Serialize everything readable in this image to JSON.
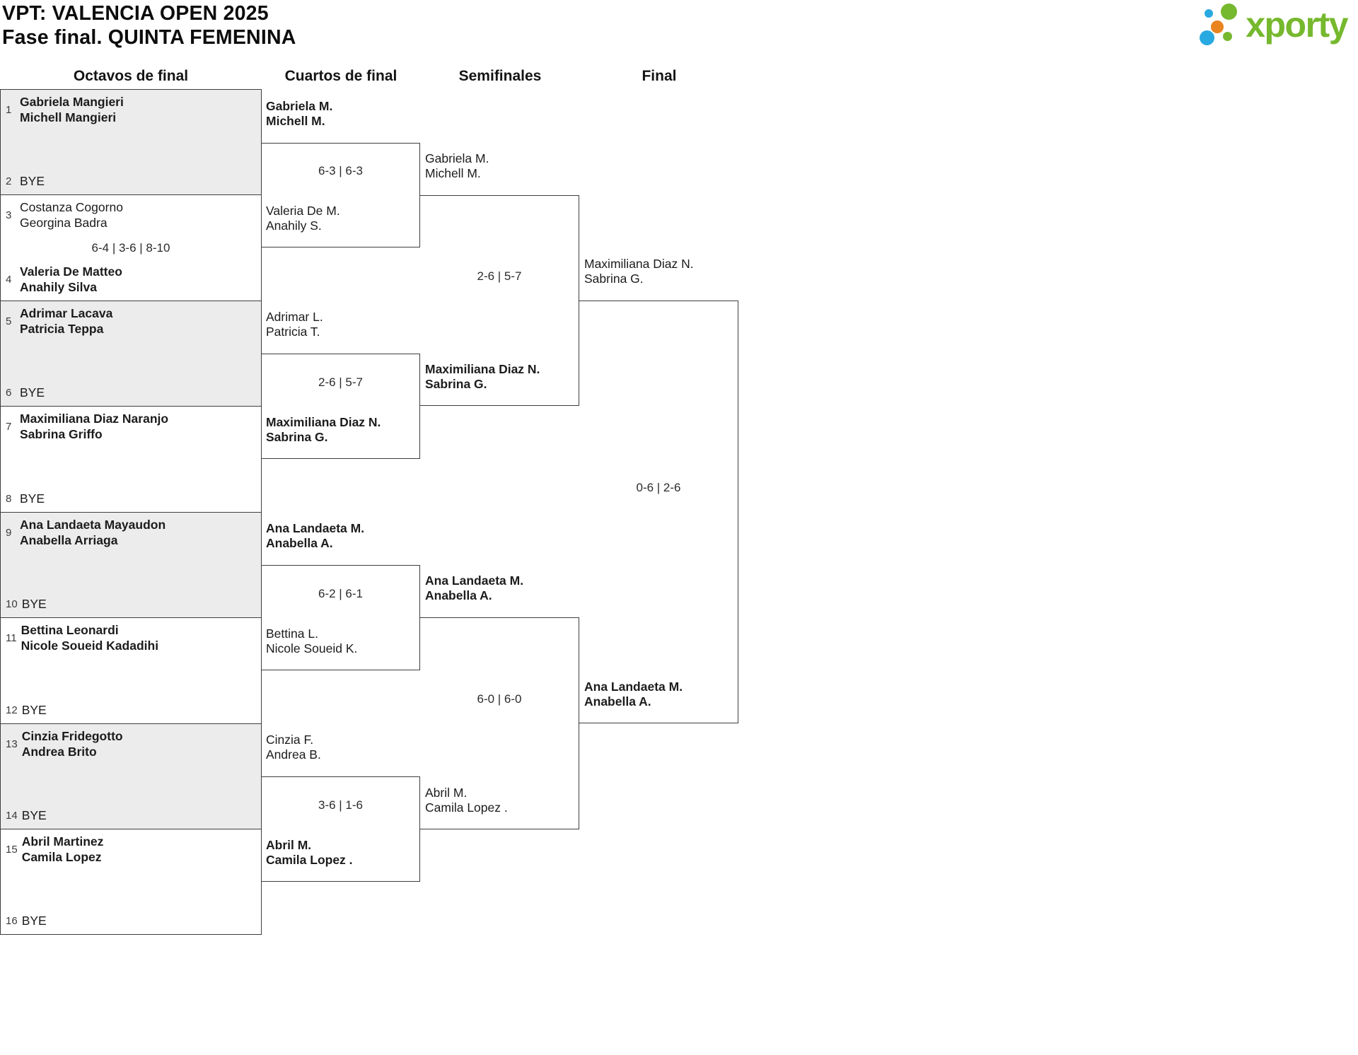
{
  "header": {
    "title": "VPT: VALENCIA OPEN 2025",
    "subtitle": "Fase final. QUINTA FEMENINA"
  },
  "logo": {
    "brand": "xporty",
    "green": "#76b82e",
    "blue": "#29a9e1",
    "orange": "#e98420"
  },
  "rounds": [
    "Octavos de final",
    "Cuartos de final",
    "Semifinales",
    "Final"
  ],
  "r16": [
    {
      "seed_top": "1",
      "top1": "Gabriela Mangieri",
      "top2": "Michell Mangieri",
      "seed_bot": "2",
      "bot1": "BYE",
      "bot2": "",
      "score": "",
      "winner": "top"
    },
    {
      "seed_top": "3",
      "top1": "Costanza Cogorno",
      "top2": "Georgina Badra",
      "seed_bot": "4",
      "bot1": "Valeria De Matteo",
      "bot2": "Anahily Silva",
      "score": "6-4 | 3-6 | 8-10",
      "winner": "bottom"
    },
    {
      "seed_top": "5",
      "top1": "Adrimar Lacava",
      "top2": "Patricia Teppa",
      "seed_bot": "6",
      "bot1": "BYE",
      "bot2": "",
      "score": "",
      "winner": "top"
    },
    {
      "seed_top": "7",
      "top1": "Maximiliana Diaz Naranjo",
      "top2": "Sabrina Griffo",
      "seed_bot": "8",
      "bot1": "BYE",
      "bot2": "",
      "score": "",
      "winner": "top"
    },
    {
      "seed_top": "9",
      "top1": "Ana Landaeta Mayaudon",
      "top2": "Anabella Arriaga",
      "seed_bot": "10",
      "bot1": "BYE",
      "bot2": "",
      "score": "",
      "winner": "top"
    },
    {
      "seed_top": "11",
      "top1": "Bettina Leonardi",
      "top2": "Nicole Soueid Kadadihi",
      "seed_bot": "12",
      "bot1": "BYE",
      "bot2": "",
      "score": "",
      "winner": "top"
    },
    {
      "seed_top": "13",
      "top1": "Cinzia Fridegotto",
      "top2": "Andrea Brito",
      "seed_bot": "14",
      "bot1": "BYE",
      "bot2": "",
      "score": "",
      "winner": "top"
    },
    {
      "seed_top": "15",
      "top1": "Abril Martinez",
      "top2": "Camila Lopez",
      "seed_bot": "16",
      "bot1": "BYE",
      "bot2": "",
      "score": "",
      "winner": "top"
    }
  ],
  "qf": [
    {
      "top1": "Gabriela M.",
      "top2": "Michell M.",
      "bot1": "Valeria De M.",
      "bot2": "Anahily S.",
      "score": "6-3 | 6-3",
      "winner": "top"
    },
    {
      "top1": "Adrimar L.",
      "top2": "Patricia T.",
      "bot1": "Maximiliana Diaz N.",
      "bot2": "Sabrina G.",
      "score": "2-6 | 5-7",
      "winner": "bottom"
    },
    {
      "top1": "Ana Landaeta M.",
      "top2": "Anabella A.",
      "bot1": "Bettina L.",
      "bot2": "Nicole Soueid K.",
      "score": "6-2 | 6-1",
      "winner": "top"
    },
    {
      "top1": "Cinzia F.",
      "top2": "Andrea B.",
      "bot1": "Abril M.",
      "bot2": "Camila Lopez .",
      "score": "3-6 | 1-6",
      "winner": "bottom"
    }
  ],
  "sf": [
    {
      "top1": "Gabriela M.",
      "top2": "Michell M.",
      "bot1": "Maximiliana Diaz N.",
      "bot2": "Sabrina G.",
      "score": "2-6 | 5-7",
      "winner": "bottom"
    },
    {
      "top1": "Ana Landaeta M.",
      "top2": "Anabella A.",
      "bot1": "Abril M.",
      "bot2": "Camila Lopez .",
      "score": "6-0 | 6-0",
      "winner": "top"
    }
  ],
  "final": {
    "top1": "Maximiliana Diaz N.",
    "top2": "Sabrina G.",
    "bot1": "Ana Landaeta M.",
    "bot2": "Anabella A.",
    "score": "0-6 | 2-6",
    "winner": "bottom"
  }
}
